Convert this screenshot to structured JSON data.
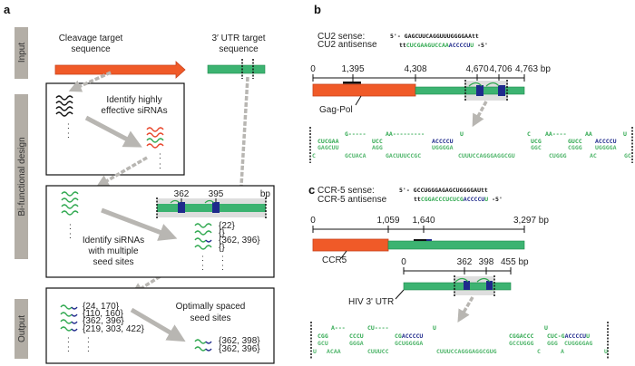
{
  "panels": {
    "a": "a",
    "b": "b",
    "c": "c"
  },
  "colors": {
    "cleavage_red": "#f05a28",
    "utr_green": "#3cb371",
    "seed_blue": "#1f2a8c",
    "stage_gray": "#b3aea6",
    "arrow_gray": "#b8b6b2"
  },
  "panel_a": {
    "stages": [
      "Input",
      "Bi-functional design",
      "Output"
    ],
    "cleavage_label": [
      "Cleavage target",
      "sequence"
    ],
    "utr_label": [
      "3′ UTR target",
      "sequence"
    ],
    "step1": [
      "Identify highly",
      "effective siRNAs"
    ],
    "step2": [
      "Identify siRNAs",
      "with multiple",
      "seed sites"
    ],
    "step2_ruler": {
      "ticks": [
        "362",
        "395"
      ],
      "unit": "bp"
    },
    "step2_sites": [
      "{22}",
      "{}",
      "{362, 396}",
      "{}"
    ],
    "output_sites": [
      "{24, 170}",
      "{110, 160}",
      "{362, 396}",
      "{219, 303, 422}"
    ],
    "step3": [
      "Optimally spaced",
      "seed sites"
    ],
    "final_sites": [
      "{362, 398}",
      "{362, 396}"
    ],
    "dots": ":"
  },
  "panel_b": {
    "sense_label": "CU2 sense:",
    "antisense_label": "CU2 antisense",
    "sense_seq": "5'- GAGCUUCAGGUUUGGGGAAtt",
    "antisense_seq": {
      "prefix": "tt",
      "green": "CUCGAAGUCCAA",
      "blue": "ACCCCU",
      "green_end": "U",
      "suffix": " -5'"
    },
    "ruler": [
      "0",
      "1,395",
      "4,308",
      "4,670",
      "4,706",
      "4,763 bp"
    ],
    "gene_label": "Gag-Pol",
    "alignment": {
      "row1": [
        "G-----",
        "AA---------",
        "U",
        "C",
        "AA----",
        "AA",
        "U"
      ],
      "row2": [
        "CUCGAA",
        "UCC",
        "ACCCCU",
        "UCG",
        "GUCC",
        "ACCCCU"
      ],
      "row3": [
        "GAGCUU",
        "AGG",
        "UGGGGA",
        "GGC",
        "CGGG",
        "UGGGGA"
      ],
      "row4": [
        "C",
        "GCUACA",
        "GACUUUCCGC",
        "CUUUCCAGGGAGGCGU",
        "CUGGG",
        "AC",
        "GC"
      ]
    }
  },
  "panel_c": {
    "sense_label": "CCR-5  sense:",
    "antisense_label": "CCR-5  antisense",
    "sense_seq": "5'- GCCUGGGAGAGCUGGGGAUtt",
    "antisense_seq": {
      "prefix": "tt",
      "green": "CGGACCCUCUCG",
      "blue": "ACCCCU",
      "green_end": "U",
      "suffix": " -5'"
    },
    "ruler": [
      "0",
      "1,059",
      "1,640",
      "3,297 bp"
    ],
    "gene_label": "CCR5",
    "utr_ruler": [
      "0",
      "362",
      "398",
      "455 bp"
    ],
    "utr_label": "HIV 3' UTR",
    "alignment": {
      "row1": [
        "A---",
        "CU----",
        "U",
        "U"
      ],
      "row2": [
        "CGG",
        "CCCU",
        "CG",
        "ACCCCU",
        "CGGACCC",
        "CUC-G",
        "ACCCCU",
        "U"
      ],
      "row3": [
        "GCU",
        "GGGA",
        "GCUGGGGA",
        "GCCUGGG",
        "GGG",
        "CUGGGGAG"
      ],
      "row4": [
        "U",
        "ACAA",
        "CUUUCC",
        "CUUUCCAGGGAGGCGUG",
        "C",
        "A",
        "U"
      ]
    }
  }
}
